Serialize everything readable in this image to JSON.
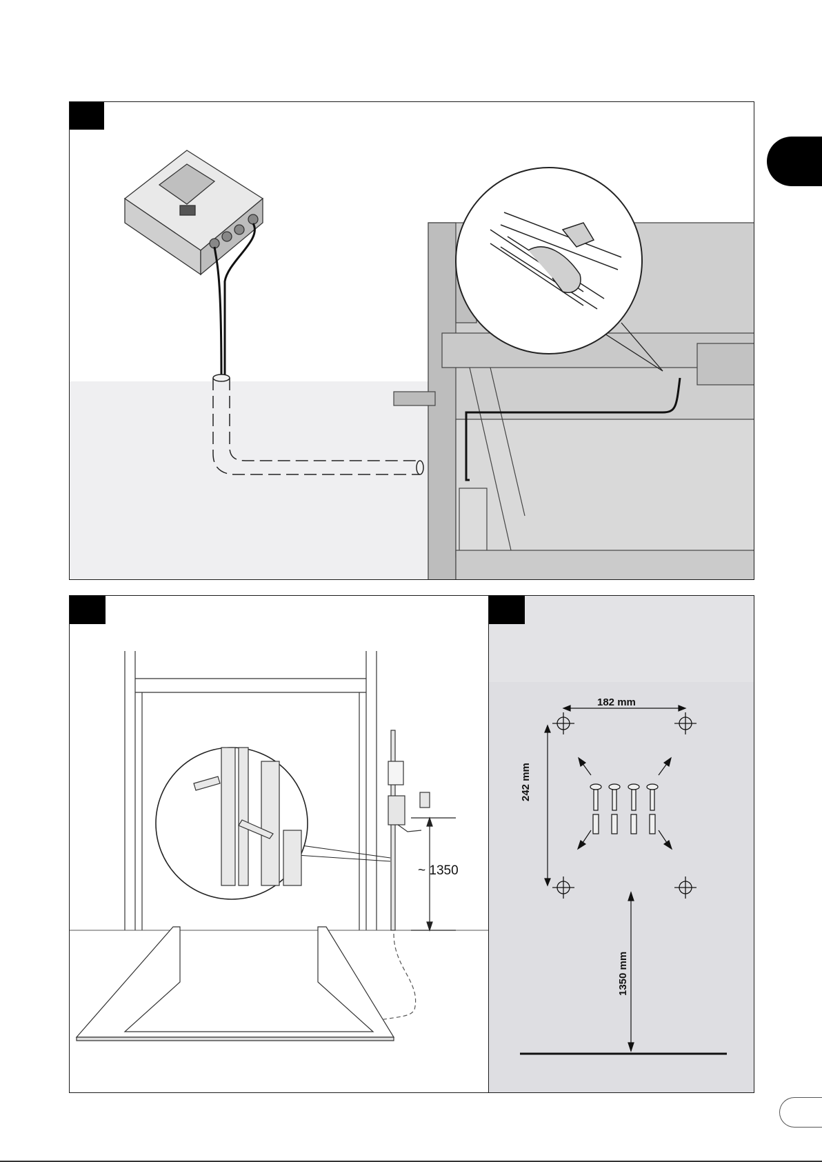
{
  "panels": {
    "top": {
      "figure_label": ""
    },
    "bottom_left": {
      "figure_label": "",
      "height_dimension": "~ 1350"
    },
    "bottom_right": {
      "figure_label": "",
      "width_dimension": "182 mm",
      "height_dimension": "242 mm",
      "floor_distance": "1350 mm"
    }
  },
  "side_tab": {
    "text": ""
  },
  "page_number": "",
  "colors": {
    "ink": "#1a1a1a",
    "panel_grey": "#e3e3e6",
    "floor_grey": "#efeff1"
  }
}
